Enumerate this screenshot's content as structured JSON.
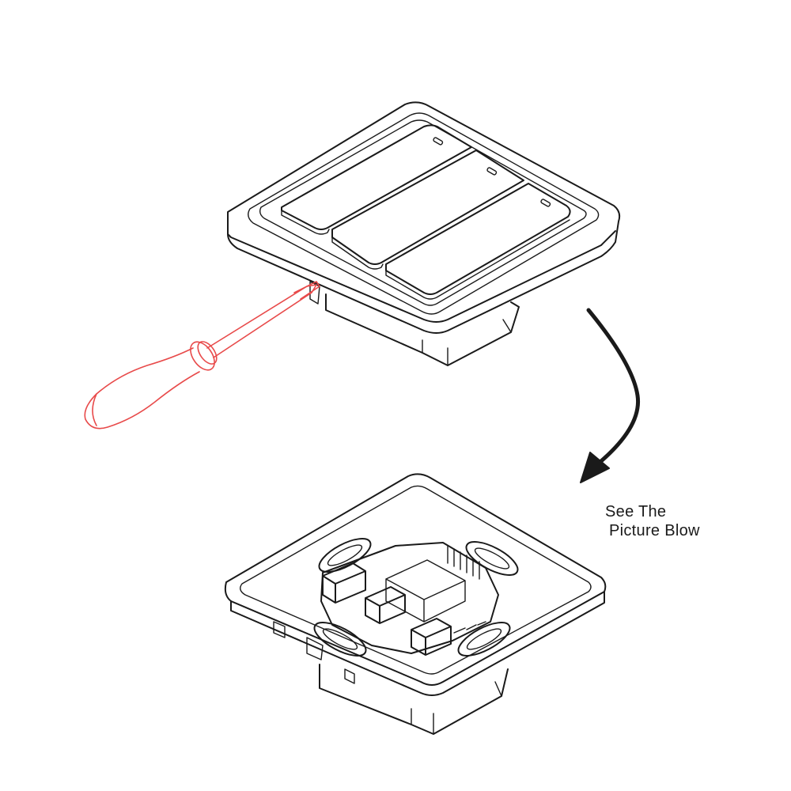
{
  "caption": {
    "line1": "See The",
    "line2": "Picture Blow"
  },
  "colors": {
    "line": "#1a1a1a",
    "screwdriver": "#e84a4a",
    "background": "#ffffff"
  },
  "icons": {
    "arrow": "curved-down-arrow",
    "tool": "screwdriver"
  }
}
